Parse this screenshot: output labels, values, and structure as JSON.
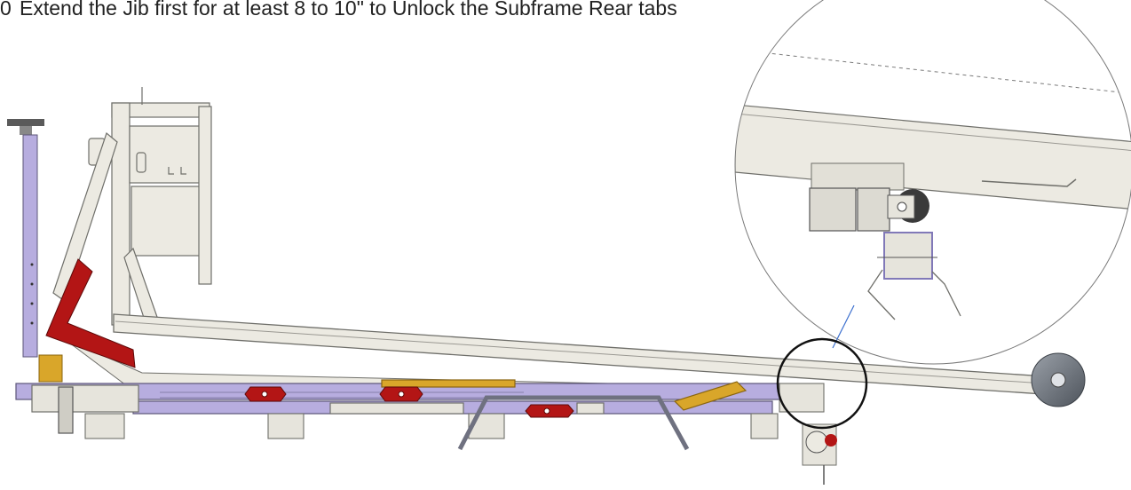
{
  "instruction": {
    "step_number": "0",
    "text": "Extend the Jib first for at least 8 to 10\" to Unlock the Subframe Rear tabs"
  },
  "colors": {
    "frame": "#eceae2",
    "frame_stroke": "#6f6f6a",
    "subframe": "#b7addf",
    "subframe_stroke": "#5c5679",
    "red_part": "#b31515",
    "cylinder": "#d9a62a",
    "callout_line": "#3b6fcf",
    "circle": "#111111"
  },
  "icons": {
    "detail_callout": "magnifier-circle",
    "wheel": "roller-wheel"
  }
}
